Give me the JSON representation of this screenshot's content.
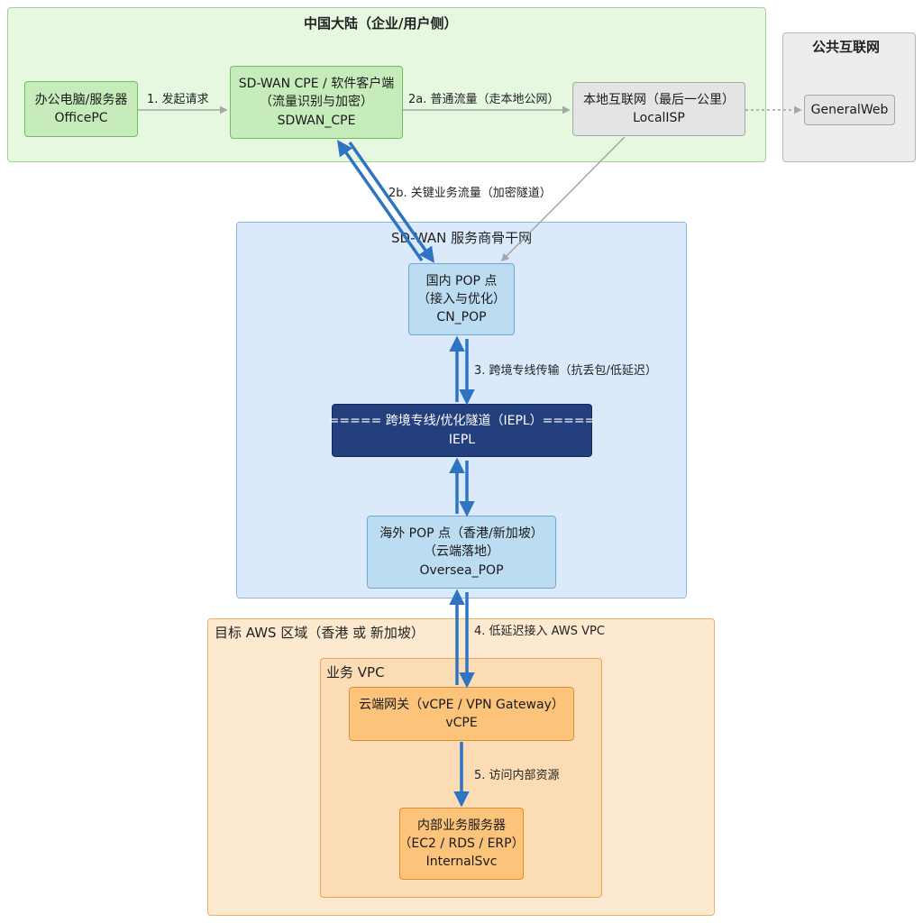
{
  "groups": {
    "china": {
      "title": "中国大陆（企业/用户侧）"
    },
    "public_internet": {
      "title": "公共互联网"
    },
    "sdwan_backbone": {
      "title": "SD-WAN 服务商骨干网"
    },
    "aws_region": {
      "title": "目标 AWS 区域（香港 或 新加坡）"
    },
    "business_vpc": {
      "title": "业务 VPC"
    }
  },
  "nodes": {
    "officepc": {
      "line1": "办公电脑/服务器",
      "id": "OfficePC"
    },
    "sdwan_cpe": {
      "line1": "SD-WAN CPE / 软件客户端",
      "line2": "（流量识别与加密）",
      "id": "SDWAN_CPE"
    },
    "localisp": {
      "line1": "本地互联网（最后一公里）",
      "id": "LocalISP"
    },
    "generalweb": {
      "id": "GeneralWeb"
    },
    "cn_pop": {
      "line1": "国内 POP 点",
      "line2": "（接入与优化）",
      "id": "CN_POP"
    },
    "iepl": {
      "line1": "===== 跨境专线/优化隧道（IEPL）=====",
      "id": "IEPL"
    },
    "oversea_pop": {
      "line1": "海外 POP 点（香港/新加坡）",
      "line2": "（云端落地）",
      "id": "Oversea_POP"
    },
    "vcpe": {
      "line1": "云端网关（vCPE / VPN Gateway）",
      "id": "vCPE"
    },
    "internalsvc": {
      "line1": "内部业务服务器",
      "line2": "（EC2 / RDS / ERP）",
      "id": "InternalSvc"
    }
  },
  "edges": {
    "e1": "1. 发起请求",
    "e2a": "2a. 普通流量（走本地公网）",
    "e2b": "2b. 关键业务流量（加密隧道）",
    "e3": "3. 跨境专线传输（抗丢包/低延迟）",
    "e4": "4. 低延迟接入 AWS VPC",
    "e5": "5. 访问内部资源"
  },
  "colors": {
    "secure_link": "#2e74c0",
    "plain_link": "#a6a6a6",
    "dotted_link": "#9e9e9e",
    "green_fill": "#c6ecbb",
    "blue_fill": "#bcdcf2",
    "navy_fill": "#243f7e",
    "orange_fill": "#fcc37a",
    "gray_fill": "#e4e4e4"
  }
}
